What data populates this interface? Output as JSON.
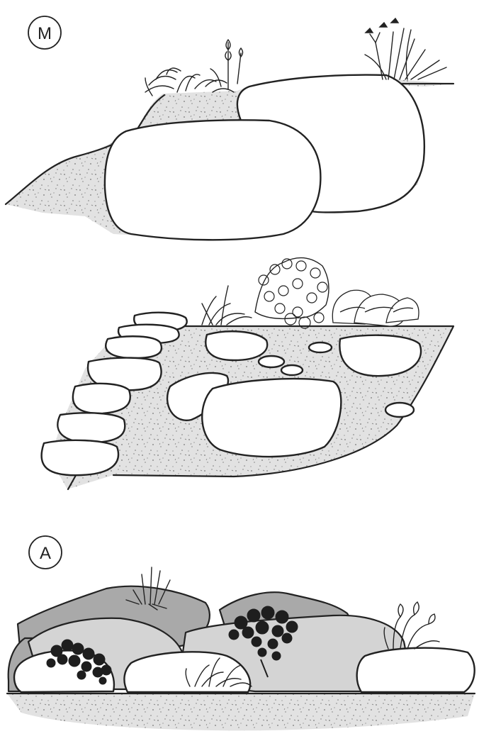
{
  "panels": [
    {
      "id": "top",
      "label": "M"
    },
    {
      "id": "middle",
      "label": ""
    },
    {
      "id": "bottom",
      "label": "A"
    }
  ],
  "colors": {
    "outline": "#222222",
    "soil": "#dcdcdc",
    "rock_light": "#ffffff",
    "rock_mid": "#d4d4d4",
    "rock_dark": "#a8a8a8",
    "foliage_dark": "#1e1e1e"
  }
}
